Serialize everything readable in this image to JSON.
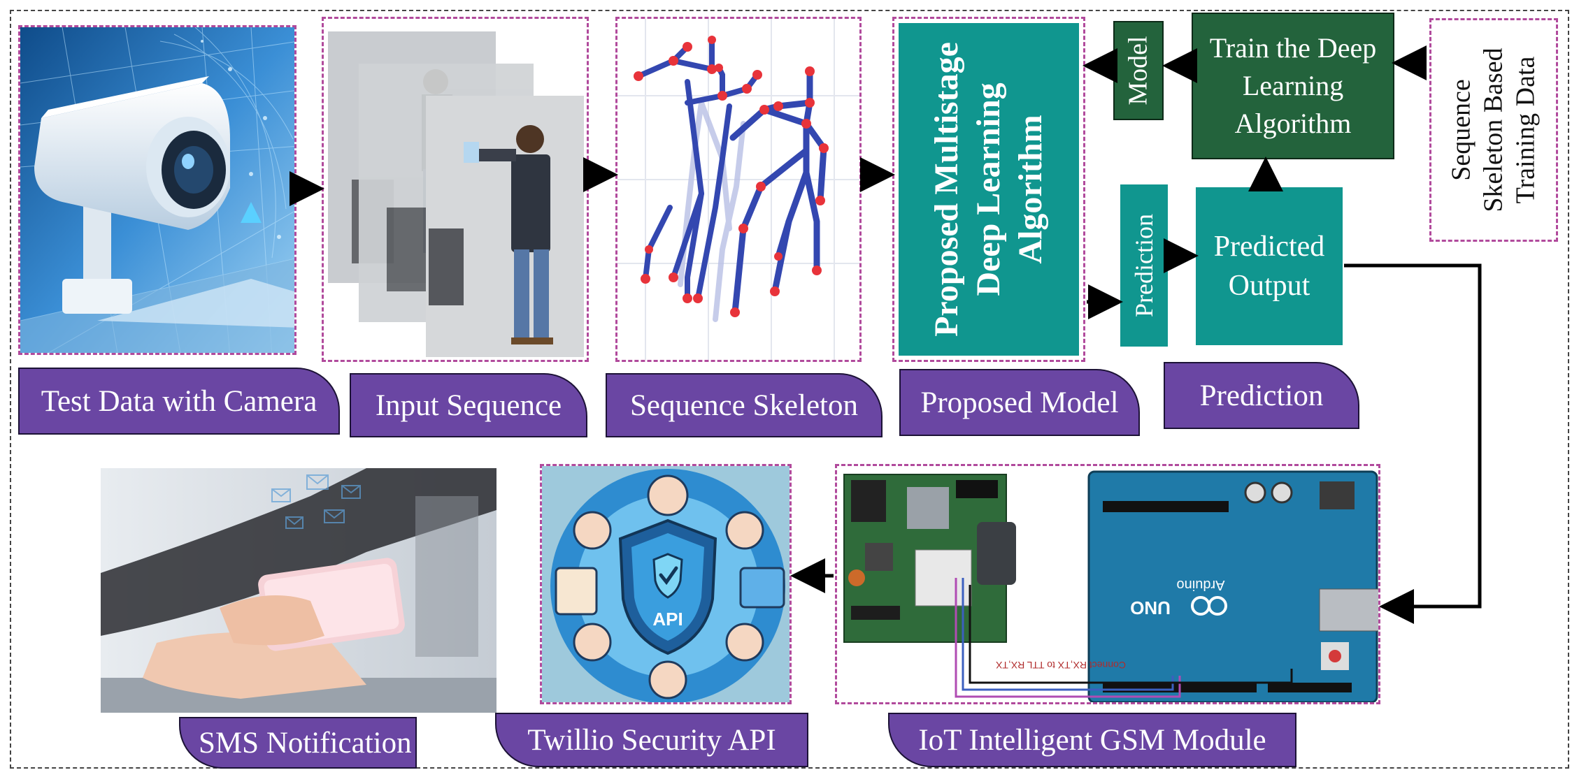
{
  "pipeline": {
    "camera_label": "Test Data with Camera",
    "input_label": "Input Sequence",
    "skeleton_label": "Sequence Skeleton",
    "proposed_model_label": "Proposed Model",
    "prediction_tag_label": "Prediction",
    "algorithm_lines": [
      "Proposed Multistage",
      "Deep Learning",
      "Algorithm"
    ],
    "model_box": "Model",
    "train_lines": [
      "Train the Deep",
      "Learning",
      "Algorithm"
    ],
    "training_data_lines": [
      "Sequence",
      "Skeleton Based",
      "Training Data"
    ],
    "prediction_box": "Prediction",
    "predicted_output_lines": [
      "Predicted",
      "Output"
    ]
  },
  "bottom": {
    "sms_label": "SMS Notification",
    "twillio_label": "Twillio Security API",
    "gsm_label": "IoT Intelligent GSM Module",
    "api_text": "API",
    "arduino_text": "Arduino",
    "uno_text": "UNO",
    "wire_note": "Connect RX,TX to TTL RX,TX"
  },
  "colors": {
    "tag_purple": "#6a46a3",
    "teal": "#10968f",
    "dark_green": "#23633c",
    "dashed_pink": "#b14a9c",
    "skeleton_blue": "#3347b0",
    "joint_red": "#e8333a"
  }
}
